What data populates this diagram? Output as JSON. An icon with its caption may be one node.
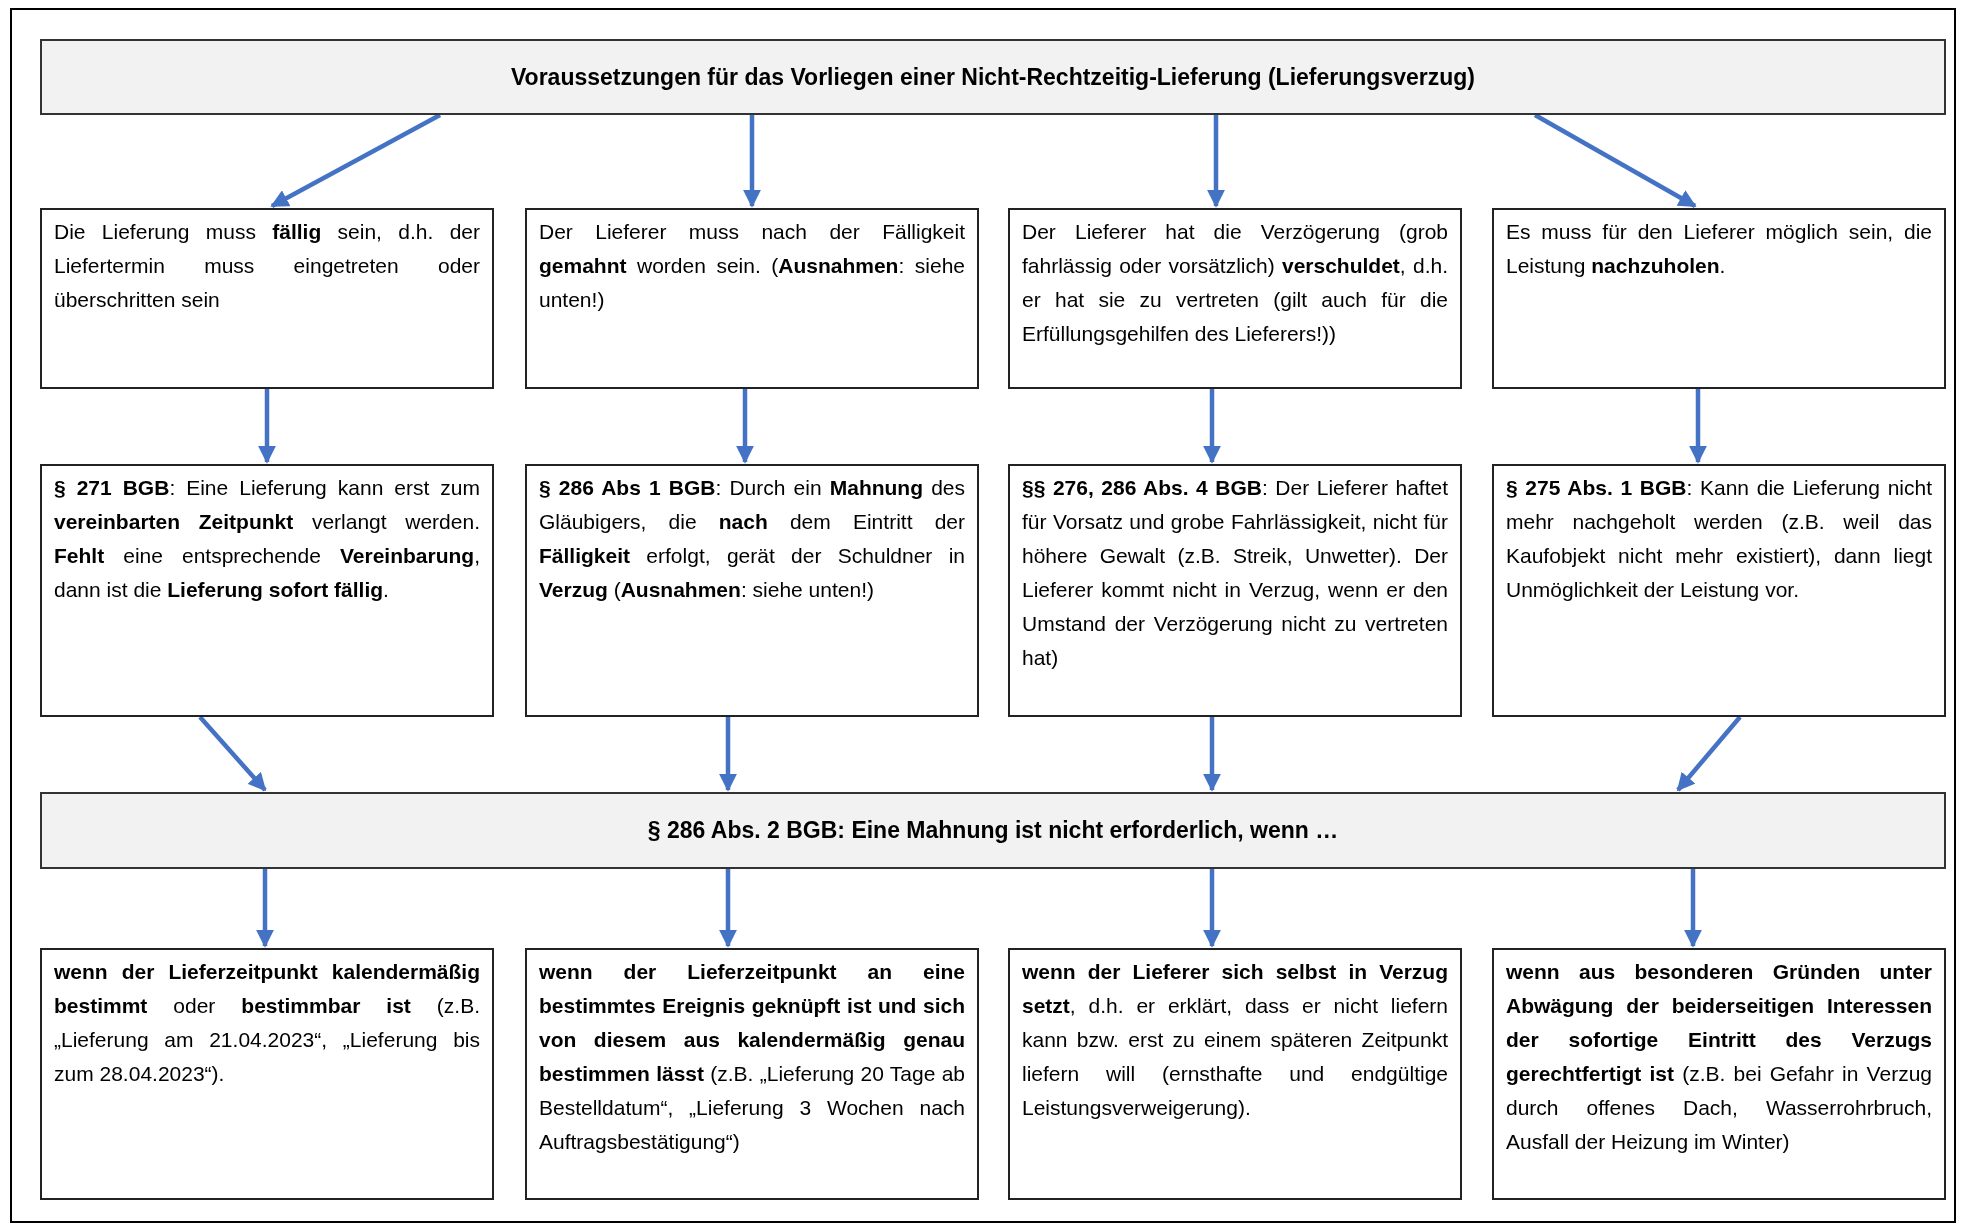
{
  "diagram": {
    "nodes": [
      {
        "text": [
          "Voraussetzungen für das Vorliegen einer Nicht-Rechtzeitig-Lieferung (Lieferungsverzug)"
        ]
      },
      {
        "text": [
          "Die Lieferung muss **fällig** sein, d.h. der Liefertermin muss eingetreten oder überschritten sein"
        ]
      },
      {
        "text": [
          "Der Lieferer muss nach der Fälligkeit **gemahnt** worden sein. (**Ausnahmen**: siehe unten!)"
        ]
      },
      {
        "text": [
          "Der Lieferer hat die Verzögerung (grob fahrlässig oder vorsätzlich) **verschuldet**, d.h. er hat sie zu vertreten (gilt auch für die Erfüllungsgehilfen des Lieferers!))"
        ]
      },
      {
        "text": [
          "Es muss für den Lieferer möglich sein, die Leistung **nachzuholen**."
        ]
      },
      {
        "text": [
          "**§ 271 BGB**: Eine Lieferung kann erst zum **vereinbarten Zeitpunkt** verlangt werden. **Fehlt** eine entsprechende **Vereinbarung**, dann ist die **Lieferung sofort fällig**."
        ]
      },
      {
        "text": [
          "**§ 286 Abs 1 BGB**: Durch ein **Mahnung** des Gläubigers, die **nach** dem Eintritt der **Fälligkeit** erfolgt, gerät der Schuldner in **Verzug** (**Ausnahmen**: siehe unten!)"
        ]
      },
      {
        "text": [
          "**§§ 276, 286 Abs. 4 BGB**: Der Lieferer haftet für Vorsatz und grobe Fahrlässigkeit, nicht für höhere Gewalt (z.B. Streik, Unwetter). Der Lieferer kommt nicht in Verzug, wenn er den Umstand der Verzögerung nicht zu vertreten hat)"
        ]
      },
      {
        "text": [
          "**§ 275 Abs. 1 BGB**: Kann die Lieferung nicht mehr nachgeholt werden (z.B. weil das Kaufobjekt nicht mehr existiert), dann liegt Unmöglichkeit der Leistung vor."
        ]
      },
      {
        "text": [
          "§ 286 Abs. 2 BGB: Eine Mahnung ist nicht erforderlich, wenn …"
        ]
      },
      {
        "text": [
          "**wenn der Lieferzeitpunkt kalendermäßig bestimmt** oder **bestimmbar ist** (z.B. „Lieferung am 21.04.2023“, „Lieferung bis zum 28.04.2023“)."
        ]
      },
      {
        "text": [
          "**wenn der Lieferzeitpunkt an eine bestimmtes Ereignis geknüpft ist und sich von diesem aus kalendermäßig genau bestimmen lässt** (z.B. „Lieferung 20 Tage ab Bestelldatum“, „Lieferung 3 Wochen nach Auftragsbestätigung“)"
        ]
      },
      {
        "text": [
          "**wenn der Lieferer sich selbst in Verzug setzt**, d.h. er erklärt, dass er nicht liefern kann bzw. erst zu einem späteren Zeitpunkt liefern will (ernsthafte und endgültige Leistungsverweigerung)."
        ]
      },
      {
        "text": [
          "**wenn aus besonderen Gründen unter Abwägung der beiderseitigen Interessen der sofortige Eintritt des Verzugs gerechtfertigt ist** (z.B. bei Gefahr in Verzug durch offenes Dach, Wasserrohrbruch, Ausfall der Heizung im Winter)"
        ]
      }
    ],
    "edges": [
      {
        "from": 0,
        "to": 1,
        "arrow": "to"
      },
      {
        "from": 0,
        "to": 2,
        "arrow": "to"
      },
      {
        "from": 0,
        "to": 3,
        "arrow": "to"
      },
      {
        "from": 0,
        "to": 4,
        "arrow": "to"
      },
      {
        "from": 1,
        "to": 5,
        "arrow": "to"
      },
      {
        "from": 2,
        "to": 6,
        "arrow": "to"
      },
      {
        "from": 3,
        "to": 7,
        "arrow": "to"
      },
      {
        "from": 4,
        "to": 8,
        "arrow": "to"
      },
      {
        "from": 5,
        "to": 9,
        "arrow": "to"
      },
      {
        "from": 6,
        "to": 9,
        "arrow": "to"
      },
      {
        "from": 7,
        "to": 9,
        "arrow": "to"
      },
      {
        "from": 8,
        "to": 9,
        "arrow": "to"
      },
      {
        "from": 9,
        "to": 10,
        "arrow": "to"
      },
      {
        "from": 9,
        "to": 11,
        "arrow": "to"
      },
      {
        "from": 9,
        "to": 12,
        "arrow": "to"
      },
      {
        "from": 9,
        "to": 13,
        "arrow": "to"
      }
    ]
  }
}
